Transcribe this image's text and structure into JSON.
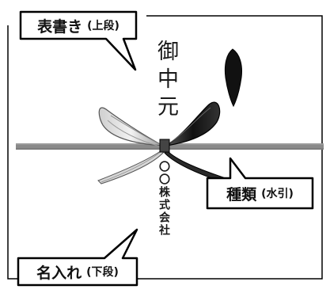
{
  "omotegaki": {
    "text": "御中元"
  },
  "nameire": {
    "text": "〇〇株式会社"
  },
  "callouts": {
    "omote": {
      "main": "表書き",
      "sub": "(上段)"
    },
    "mizuhiki": {
      "main": "種類",
      "sub": "(水引)"
    },
    "naire": {
      "main": "名入れ",
      "sub": "(下段)"
    }
  },
  "colors": {
    "cord": "#8a8a8a",
    "ribbon_dark": "#1a1a1a",
    "ribbon_light": "#bdbdbd",
    "outline": "#000000"
  },
  "icons": {
    "noshi": "noshi-icon"
  }
}
